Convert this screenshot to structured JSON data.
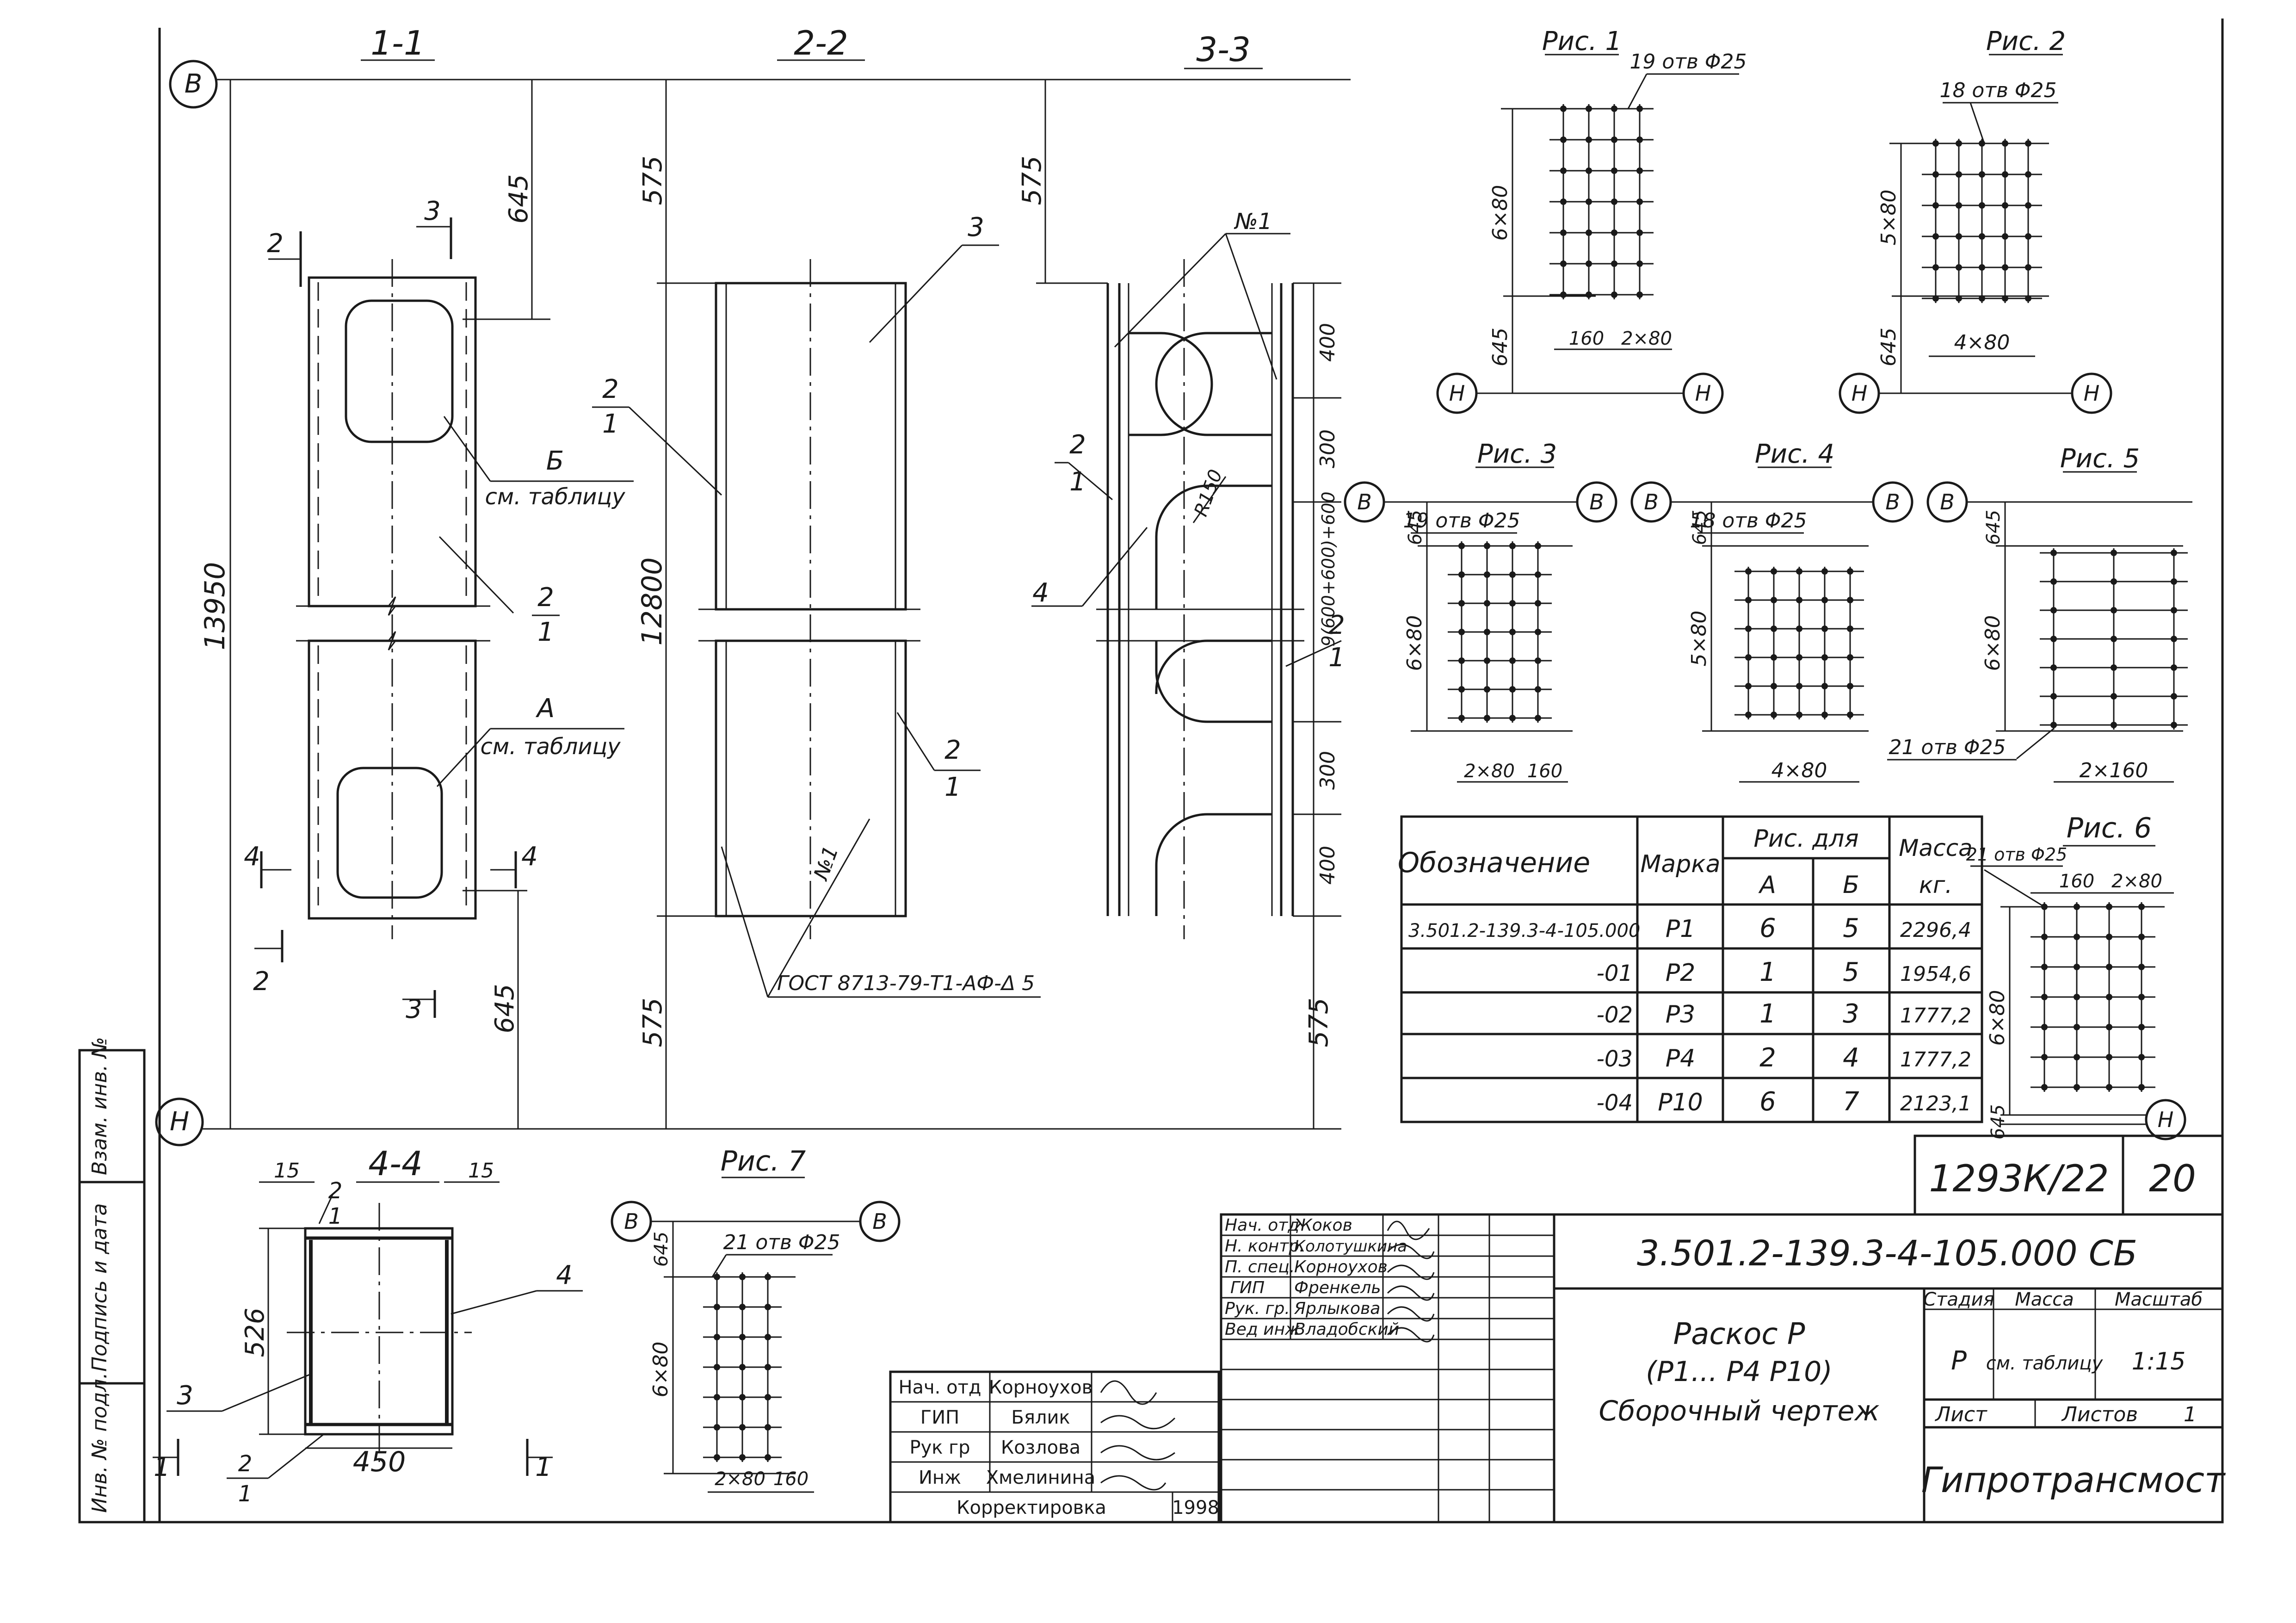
{
  "sections": {
    "s11": "1-1",
    "s22": "2-2",
    "s33": "3-3",
    "s44": "4-4"
  },
  "axes": {
    "top": "В",
    "bottom": "Н"
  },
  "section_marks": [
    "1",
    "2",
    "3",
    "4"
  ],
  "dims": {
    "overall_length": "13950",
    "inner_length": "12800",
    "d645": "645",
    "d575": "575",
    "d400": "400",
    "d300": "300",
    "d600": "9(600+600)+600",
    "r150": "R150",
    "w450": "450",
    "h526": "526",
    "d15": "15"
  },
  "labels": {
    "pos2": "2",
    "pos1": "1",
    "pos3": "3",
    "pos4": "4",
    "hole_b": "Б",
    "hole_a": "А",
    "see_table": "см. таблицу",
    "n1": "№1",
    "gost": "ГОСТ 8713-79-Т1-АФ-Δ 5"
  },
  "figs": {
    "f1": {
      "title": "Рис. 1",
      "holes": "19 отв Φ25",
      "rows": "6×80",
      "cols": "160",
      "cols2": "2×80",
      "end": "645"
    },
    "f2": {
      "title": "Рис. 2",
      "holes": "18 отв Φ25",
      "rows": "5×80",
      "cols": "4×80",
      "end": "645"
    },
    "f3": {
      "title": "Рис. 3",
      "holes": "19 отв Φ25",
      "rows": "6×80",
      "cols": "2×80",
      "cols2": "160",
      "end": "645"
    },
    "f4": {
      "title": "Рис. 4",
      "holes": "18 отв Φ25",
      "rows": "5×80",
      "cols": "4×80",
      "end": "645"
    },
    "f5": {
      "title": "Рис. 5",
      "holes": "21 отв Φ25",
      "rows": "6×80",
      "cols": "2×160",
      "end": "645"
    },
    "f6": {
      "title": "Рис. 6",
      "holes": "21 отв Φ25",
      "rows": "6×80",
      "cols": "160",
      "cols2": "2×80",
      "end": "645"
    },
    "f7": {
      "title": "Рис. 7",
      "holes": "21 отв Φ25",
      "rows": "6×80",
      "cols": "2×80",
      "cols2": "160",
      "end": "645"
    }
  },
  "table": {
    "headers": {
      "designation": "Обозначение",
      "mark": "Марка",
      "fig_for": "Рис. для",
      "a": "А",
      "b": "Б",
      "mass": "Масса",
      "kg": "кг."
    },
    "rows": [
      {
        "designation": "3.501.2-139.3-4-105.000",
        "mark": "Р1",
        "a": "6",
        "b": "5",
        "mass": "2296,4"
      },
      {
        "designation": "-01",
        "mark": "Р2",
        "a": "1",
        "b": "5",
        "mass": "1954,6"
      },
      {
        "designation": "-02",
        "mark": "Р3",
        "a": "1",
        "b": "3",
        "mass": "1777,2"
      },
      {
        "designation": "-03",
        "mark": "Р4",
        "a": "2",
        "b": "4",
        "mass": "1777,2"
      },
      {
        "designation": "-04",
        "mark": "Р10",
        "a": "6",
        "b": "7",
        "mass": "2123,1"
      }
    ]
  },
  "small_stamp": {
    "rows": [
      {
        "role": "Нач. отд",
        "name": "Корноухов"
      },
      {
        "role": "ГИП",
        "name": "Бялик"
      },
      {
        "role": "Рук гр",
        "name": "Козлова"
      },
      {
        "role": "Инж",
        "name": "Хмелинина"
      }
    ],
    "correction": "Корректировка",
    "year": "1998"
  },
  "title_block": {
    "sheet_code": "1293К/22",
    "sheet_no": "20",
    "doc_code": "3.501.2-139.3-4-105.000 СБ",
    "title1": "Раскос Р",
    "title2": "(Р1... Р4 Р10)",
    "title3": "Сборочный чертеж",
    "stage_label": "Стадия",
    "mass_label": "Масса",
    "scale_label": "Масштаб",
    "stage": "Р",
    "mass": "см. таблицу",
    "scale": "1:15",
    "sheet_label": "Лист",
    "sheets_label": "Листов",
    "sheets": "1",
    "org": "Гипротрансмост",
    "staff": [
      {
        "role": "Нач. отд",
        "name": "Жоков"
      },
      {
        "role": "Н. контр.",
        "name": "Колотушкина"
      },
      {
        "role": "П. спец.",
        "name": "Корноухов"
      },
      {
        "role": "ГИП",
        "name": "Френкель"
      },
      {
        "role": "Рук. гр.",
        "name": "Ярлыкова"
      },
      {
        "role": "Вед инж",
        "name": "Владобский"
      }
    ]
  },
  "side_stamp": {
    "inv_orig": "Инв. № подл.",
    "sign_date": "Подпись и дата",
    "inv_repl": "Взам. инв. №"
  }
}
